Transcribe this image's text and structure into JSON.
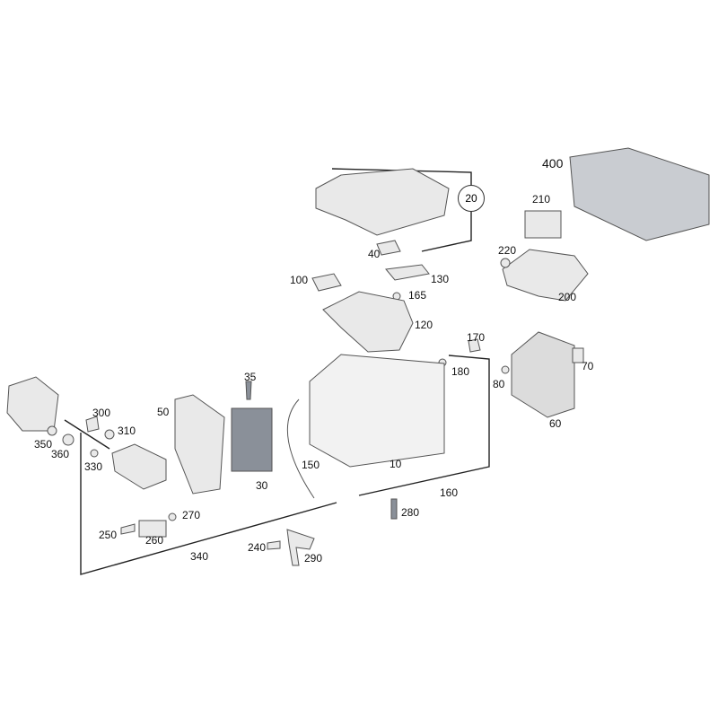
{
  "diagram": {
    "callouts": {
      "p400": "400",
      "p20": "20",
      "p210": "210",
      "p220": "220",
      "p200": "200",
      "p40": "40",
      "p130": "130",
      "p100": "100",
      "p165": "165",
      "p120": "120",
      "p170": "170",
      "p180": "180",
      "p70": "70",
      "p80": "80",
      "p60": "60",
      "p35": "35",
      "p50": "50",
      "p300": "300",
      "p310": "310",
      "p350": "350",
      "p360": "360",
      "p330": "330",
      "p150": "150",
      "p10": "10",
      "p30": "30",
      "p160": "160",
      "p280": "280",
      "p270": "270",
      "p250": "250",
      "p260": "260",
      "p240": "240",
      "p290": "290",
      "p340": "340"
    },
    "colors": {
      "part_fill": "#e6e6e6",
      "part_stroke": "#555555",
      "dark_part": "#8a9099",
      "line": "#222222"
    }
  }
}
